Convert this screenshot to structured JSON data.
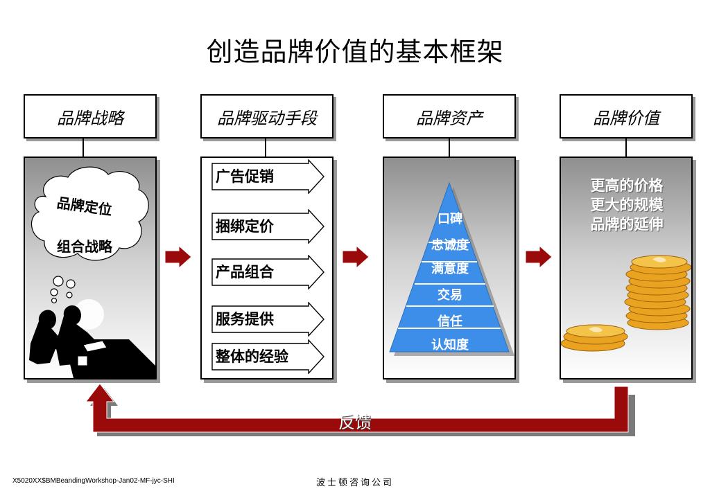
{
  "title": "创造品牌价值的基本框架",
  "columns": [
    {
      "header": "品牌战略"
    },
    {
      "header": "品牌驱动手段"
    },
    {
      "header": "品牌资产"
    },
    {
      "header": "品牌价值"
    }
  ],
  "strategy": {
    "cloud_lines": [
      "品牌定位",
      "组合战略"
    ]
  },
  "drivers": [
    "广告促销",
    "捆绑定价",
    "产品组合",
    "服务提供",
    "整体的经验"
  ],
  "pyramid_levels": [
    "口碑",
    "忠诚度",
    "满意度",
    "交易",
    "信任",
    "认知度"
  ],
  "value_lines": [
    "更高的价格",
    "更大的规模",
    "品牌的延伸"
  ],
  "feedback": "反馈",
  "footer": {
    "left": "X5020XX$BMBeandingWorkshop-Jan02-MF-jyc-SHI",
    "center": "波士顿咨询公司"
  },
  "colors": {
    "arrow_red": "#9b0a0a",
    "pyramid_blue": "#3c8ee8",
    "coin_gold": "#e9a321"
  }
}
